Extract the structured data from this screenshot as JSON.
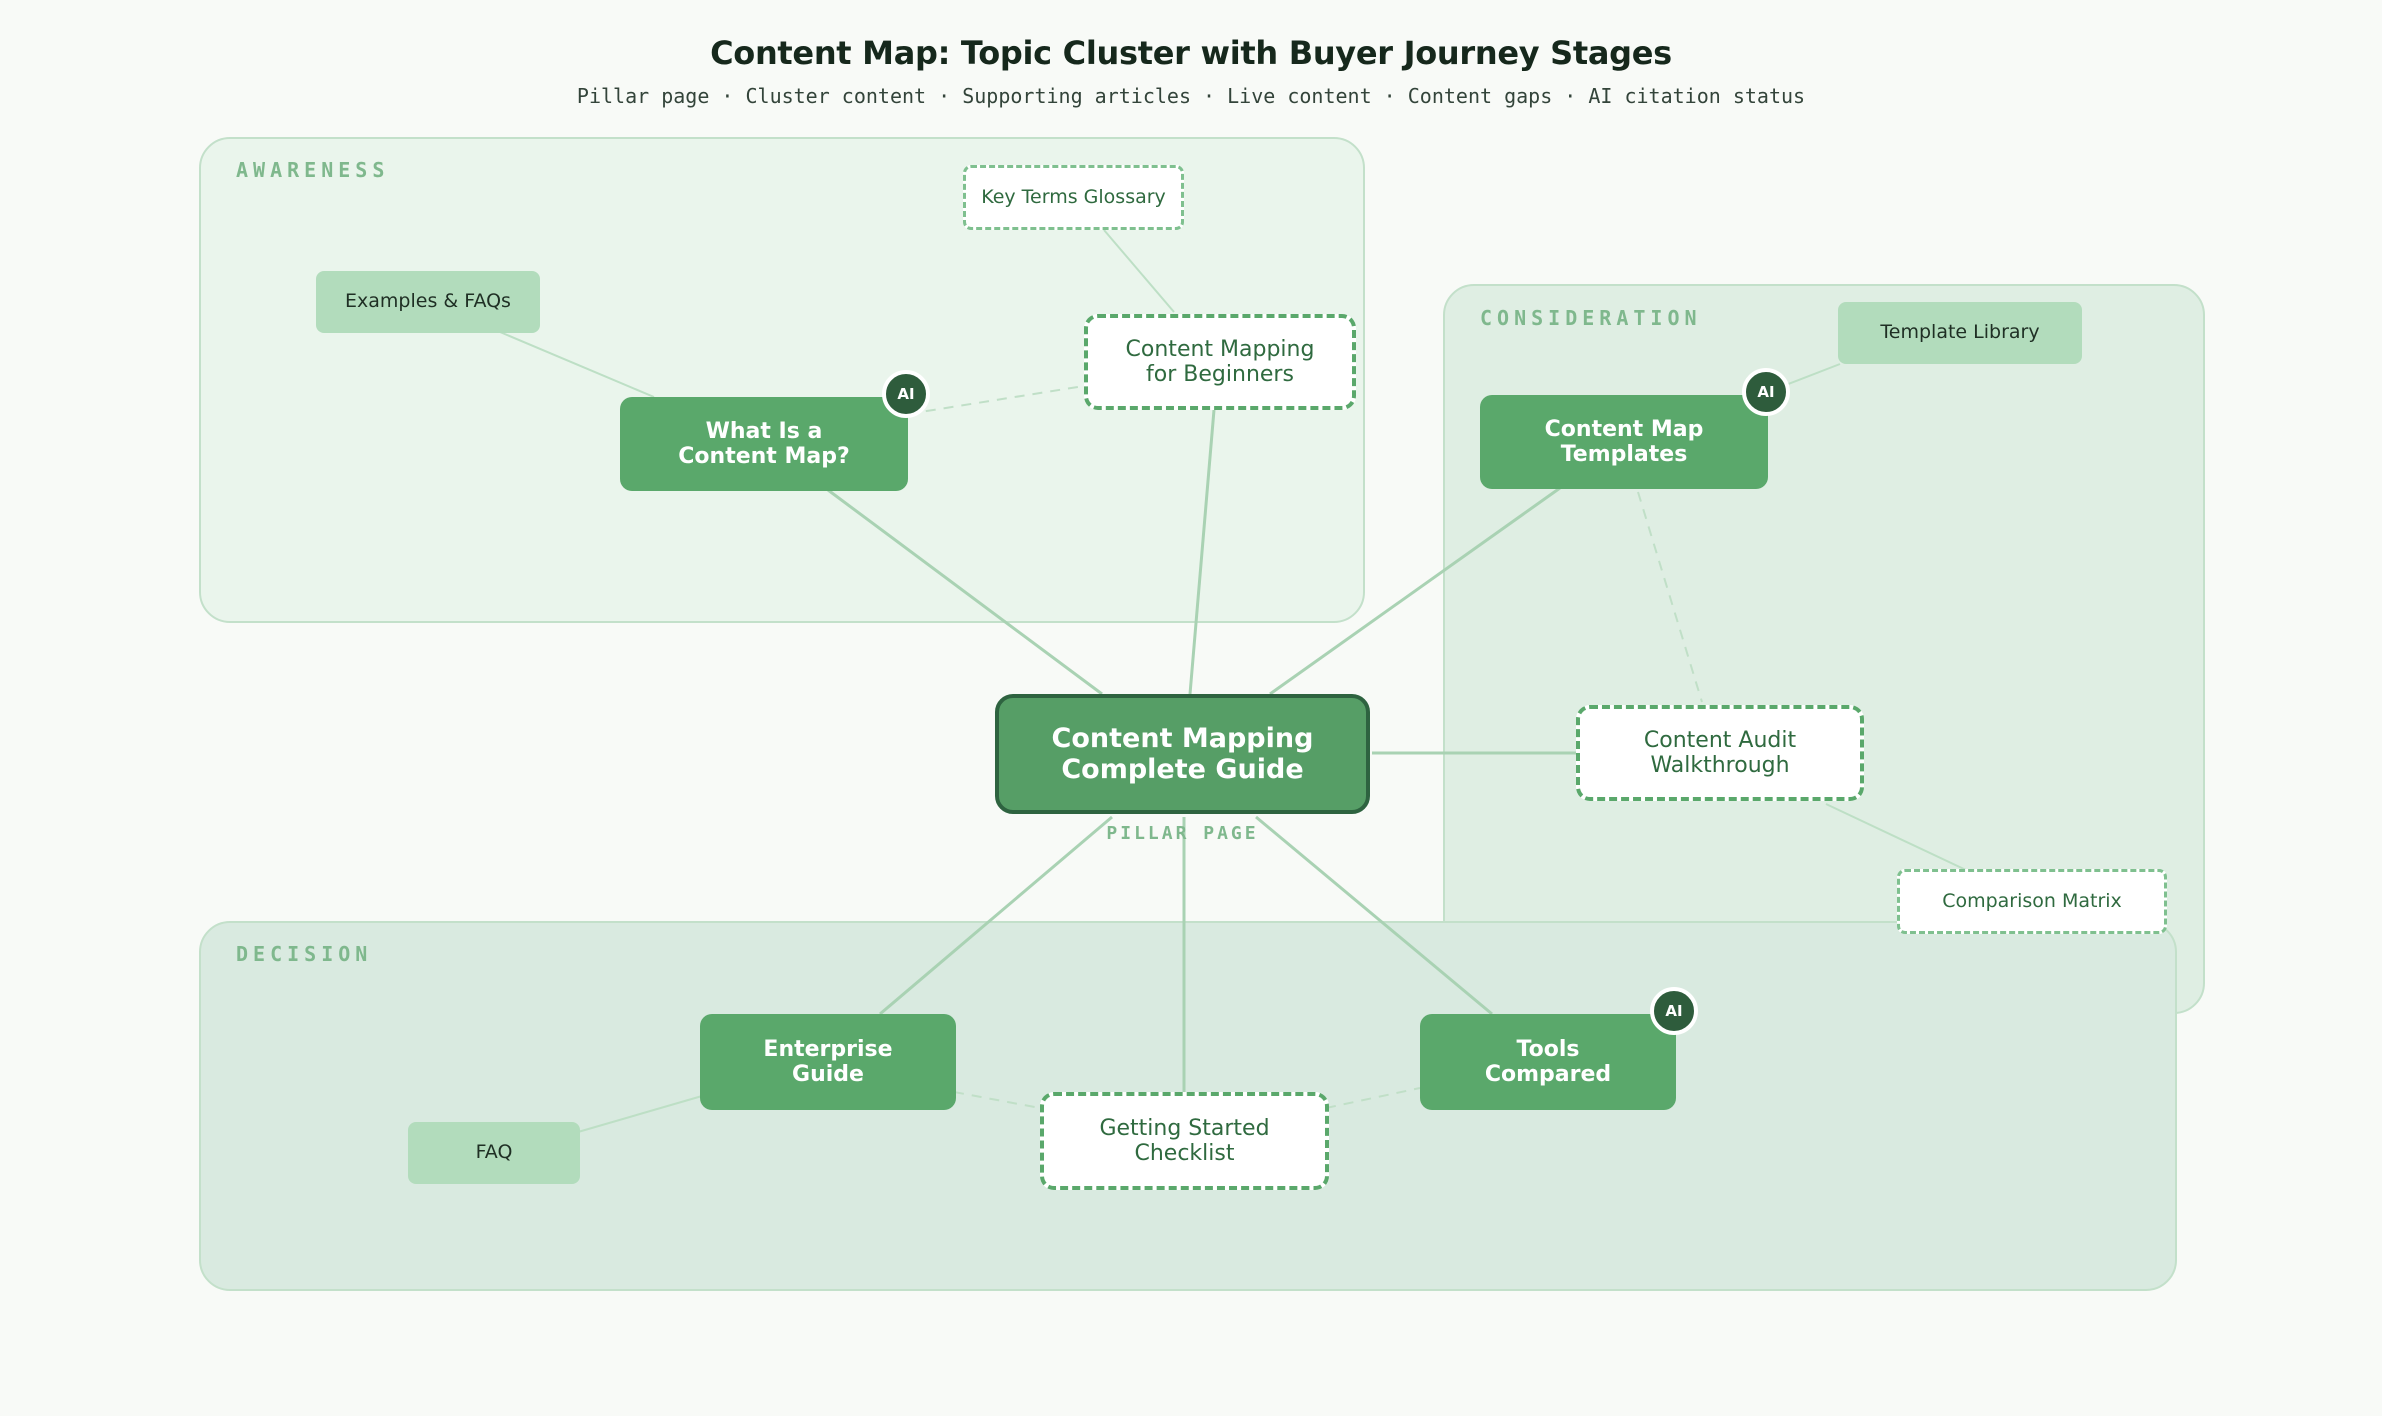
{
  "title": "Content Map: Topic Cluster with Buyer Journey Stages",
  "subtitle": "Pillar page · Cluster content · Supporting articles · Live content · Content gaps · AI citation status",
  "stages": {
    "awareness": "AWARENESS",
    "consideration": "CONSIDERATION",
    "decision": "DECISION"
  },
  "pillar": {
    "label": "Content Mapping\nComplete Guide",
    "caption": "PILLAR PAGE"
  },
  "ai_badge": "AI",
  "nodes": {
    "what_is": "What Is a\nContent Map?",
    "beginners": "Content Mapping\nfor Beginners",
    "glossary": "Key Terms Glossary",
    "examples": "Examples & FAQs",
    "templates": "Content Map\nTemplates",
    "template_library": "Template Library",
    "audit": "Content Audit\nWalkthrough",
    "comparison": "Comparison Matrix",
    "enterprise": "Enterprise\nGuide",
    "checklist": "Getting Started\nChecklist",
    "tools": "Tools\nCompared",
    "faq": "FAQ"
  },
  "colors": {
    "background": "#f8faf7",
    "pillar_fill": "#569e66",
    "cluster_fill": "#5aa86b",
    "support_fill": "#b2dcbc",
    "ai_badge": "#2e5c3c",
    "connector": "#a9d2b3",
    "awareness_zone": "#eaf5ec",
    "consideration_zone": "#dfeee3",
    "decision_zone": "#d9eae0"
  }
}
